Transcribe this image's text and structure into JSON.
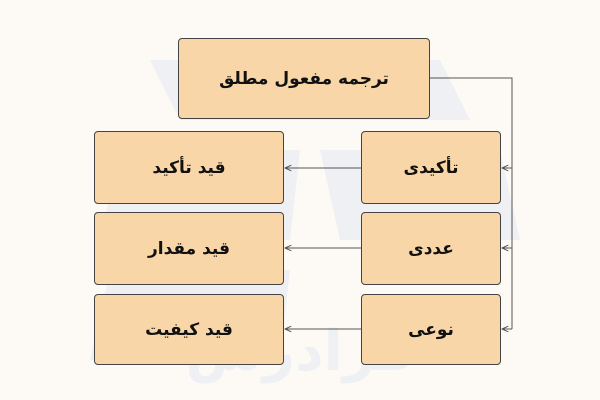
{
  "diagram": {
    "root": {
      "label": "ترجمه مفعول مطلق"
    },
    "categories": [
      {
        "label": "تأکیدی",
        "result": "قید تأکید"
      },
      {
        "label": "عددی",
        "result": "قید مقدار"
      },
      {
        "label": "نوعی",
        "result": "قید کیفیت"
      }
    ]
  },
  "colors": {
    "background": "#fdfaf6",
    "box_fill": "#f9d6a8",
    "box_border": "#444444",
    "text": "#111111",
    "connector": "#555555",
    "watermark": "#eef0f4"
  },
  "watermark": {
    "icon": "grid-logo-icon",
    "text": "فرادرس"
  }
}
